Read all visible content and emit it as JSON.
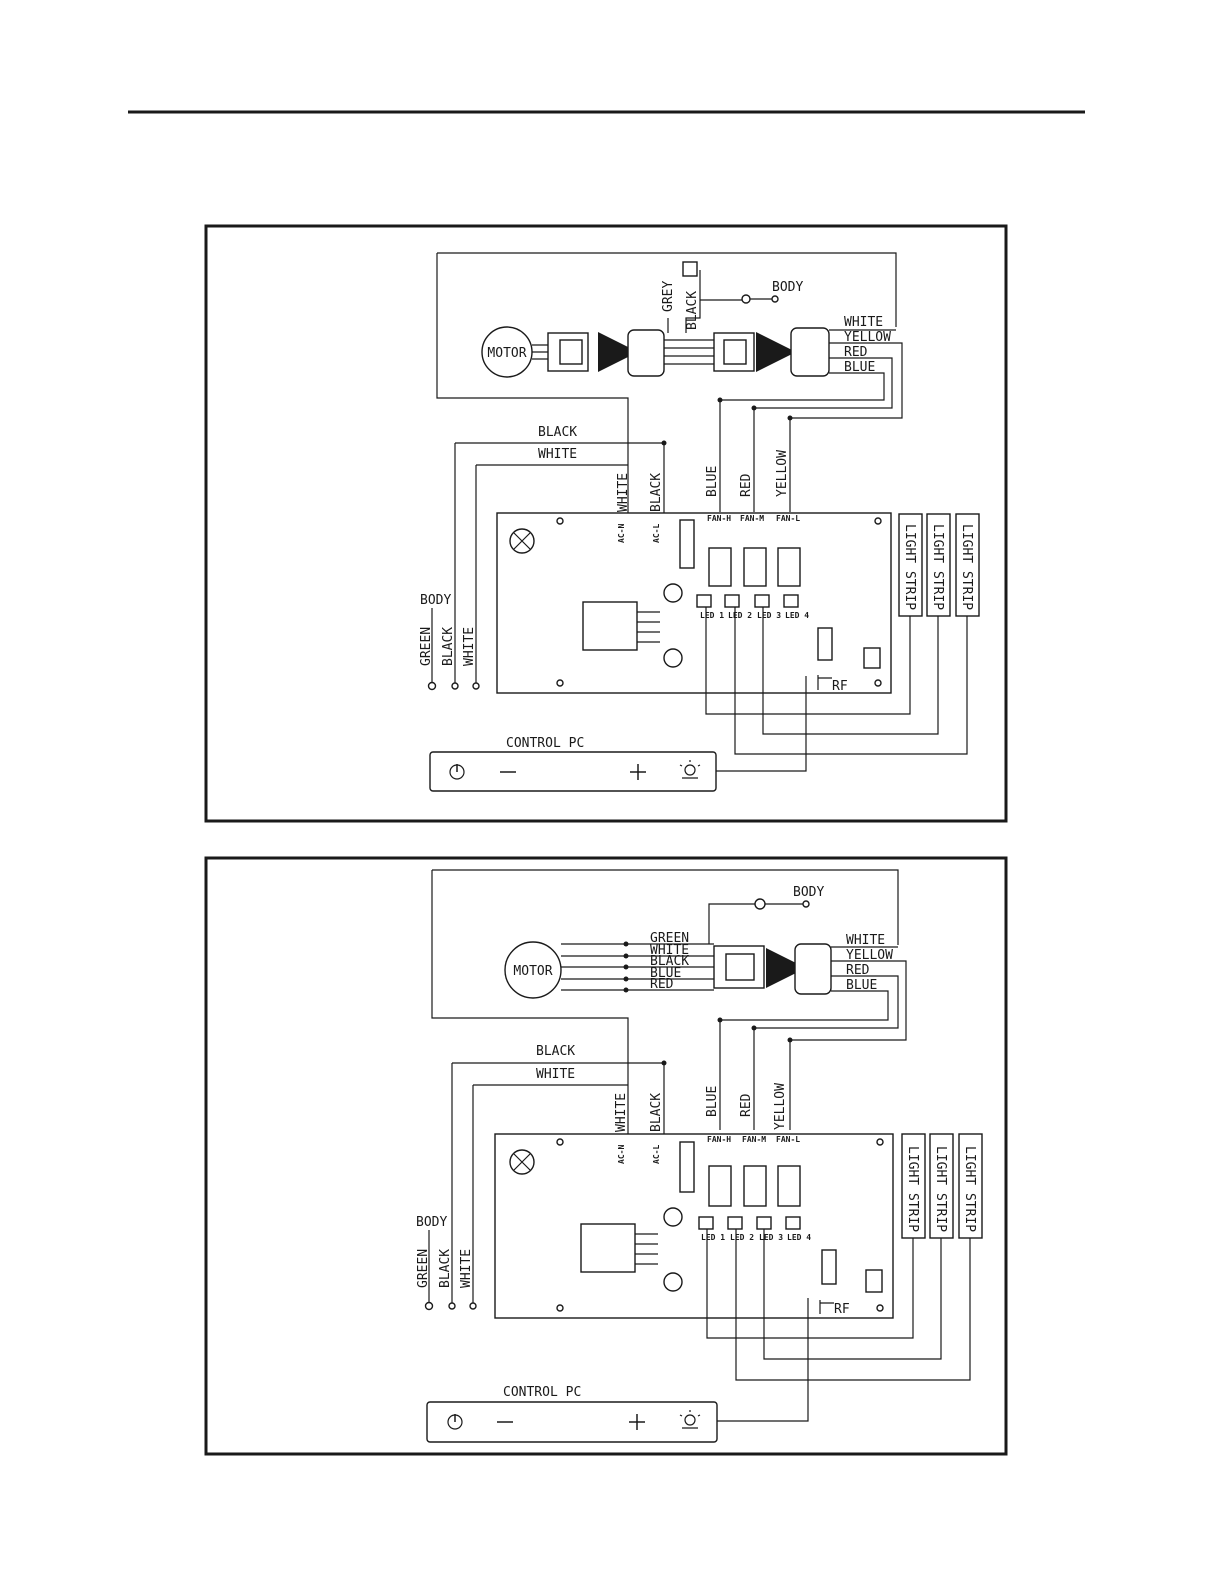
{
  "diagram1": {
    "motor_label": "MOTOR",
    "wire_labels": [
      "GREY",
      "BLACK",
      "BODY",
      "WHITE",
      "YELLOW",
      "RED",
      "BLUE",
      "BLACK",
      "WHITE",
      "WHITE",
      "BLACK",
      "BLUE",
      "RED",
      "YELLOW"
    ],
    "board_labels": [
      "AC-N",
      "AC-L",
      "FAN-H",
      "FAN-M",
      "FAN-L",
      "LED 1",
      "LED 2",
      "LED 3",
      "LED 4",
      "RF"
    ],
    "light_strips": [
      "LIGHT STRIP",
      "LIGHT STRIP",
      "LIGHT STRIP"
    ],
    "supply_labels": [
      "BODY",
      "GREEN",
      "BLACK",
      "WHITE"
    ],
    "control_label": "CONTROL PC"
  },
  "diagram2": {
    "motor_label": "MOTOR",
    "motor_wires": [
      "GREEN",
      "WHITE",
      "BLACK",
      "BLUE",
      "RED"
    ],
    "wire_labels": [
      "BODY",
      "WHITE",
      "YELLOW",
      "RED",
      "BLUE",
      "BLACK",
      "WHITE",
      "WHITE",
      "BLACK",
      "BLUE",
      "RED",
      "YELLOW"
    ],
    "board_labels": [
      "AC-N",
      "AC-L",
      "FAN-H",
      "FAN-M",
      "FAN-L",
      "LED 1",
      "LED 2",
      "LED 3",
      "LED 4",
      "RF"
    ],
    "light_strips": [
      "LIGHT STRIP",
      "LIGHT STRIP",
      "LIGHT STRIP"
    ],
    "supply_labels": [
      "BODY",
      "GREEN",
      "BLACK",
      "WHITE"
    ],
    "control_label": "CONTROL PC"
  }
}
